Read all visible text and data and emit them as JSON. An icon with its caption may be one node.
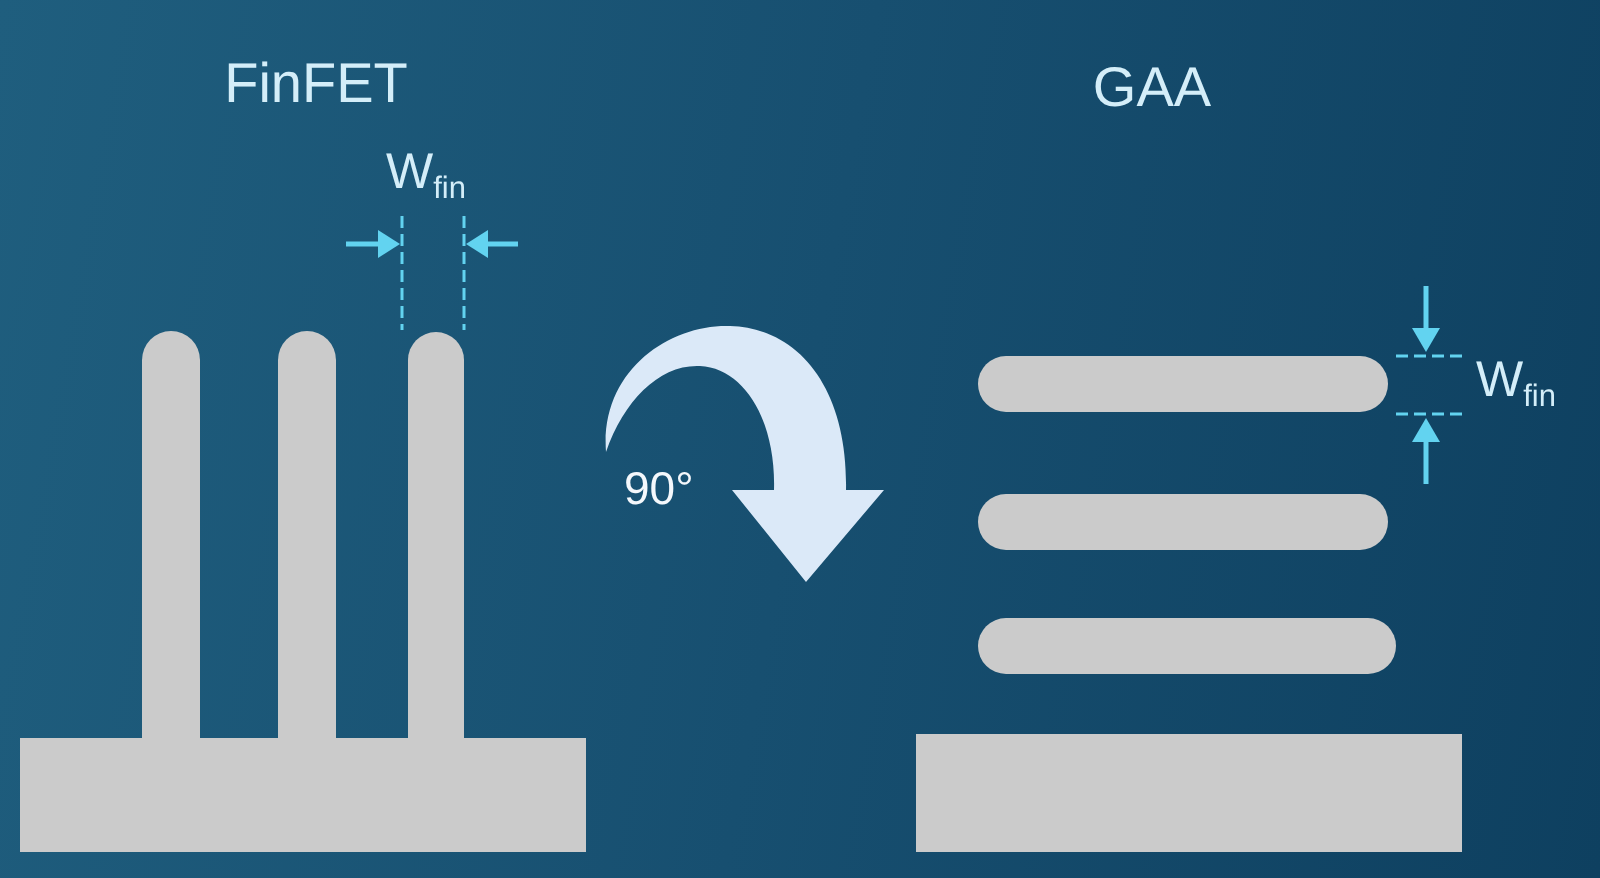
{
  "diagram": {
    "labels": [
      "FinFET",
      "GAA",
      "W$_{fin}$",
      "W$_{fin}$",
      "90°"
    ]
  }
}
